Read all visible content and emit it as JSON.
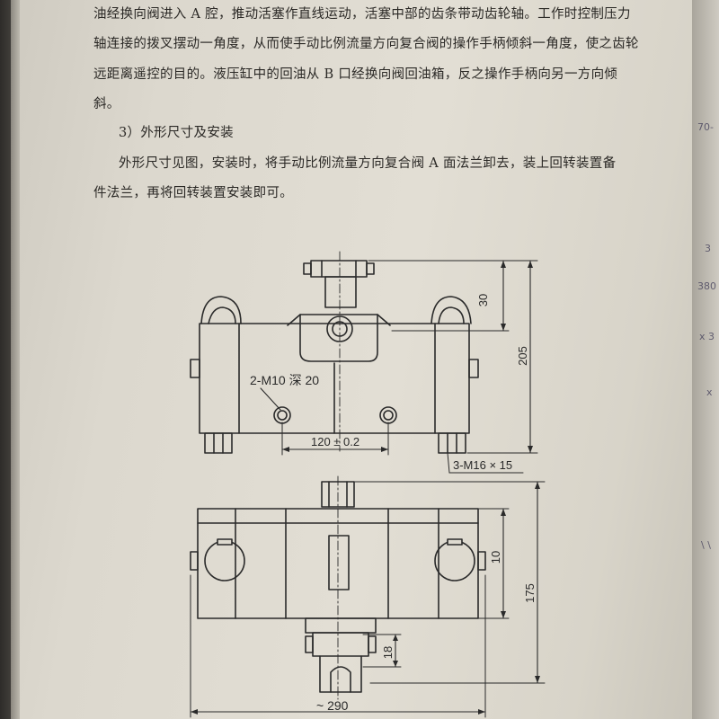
{
  "paragraphs": {
    "l0": "油经换向阀进入 A 腔，推动活塞作直线运动，活塞中部的齿条带动齿轮轴。工作时控制压力",
    "l1": "轴连接的拨叉摆动一角度，从而使手动比例流量方向复合阀的操作手柄倾斜一角度，使之齿轮",
    "l2": "远距离遥控的目的。液压缸中的回油从 B 口经换向阀回油箱，反之操作手柄向另一方向倾",
    "l3": "斜。",
    "heading": "3）外形尺寸及安装",
    "l4": "外形尺寸见图，安装时，将手动比例流量方向复合阀 A 面法兰卸去，装上回转装置备",
    "l5": "件法兰，再将回转装置安装即可。"
  },
  "figure": {
    "label_holes": "2-M10 深 20",
    "label_120": "120 ± 0.2",
    "label_bolts": "3-M16 × 15",
    "label_30": "30",
    "label_205": "205",
    "label_10": "10",
    "label_175": "175",
    "label_18": "18",
    "label_290": "~ 290"
  },
  "margin_notes": {
    "n1": "70-",
    "n2": "3",
    "n3": "380",
    "n4": "x 3",
    "n5": "x",
    "n6": "\\ \\"
  }
}
